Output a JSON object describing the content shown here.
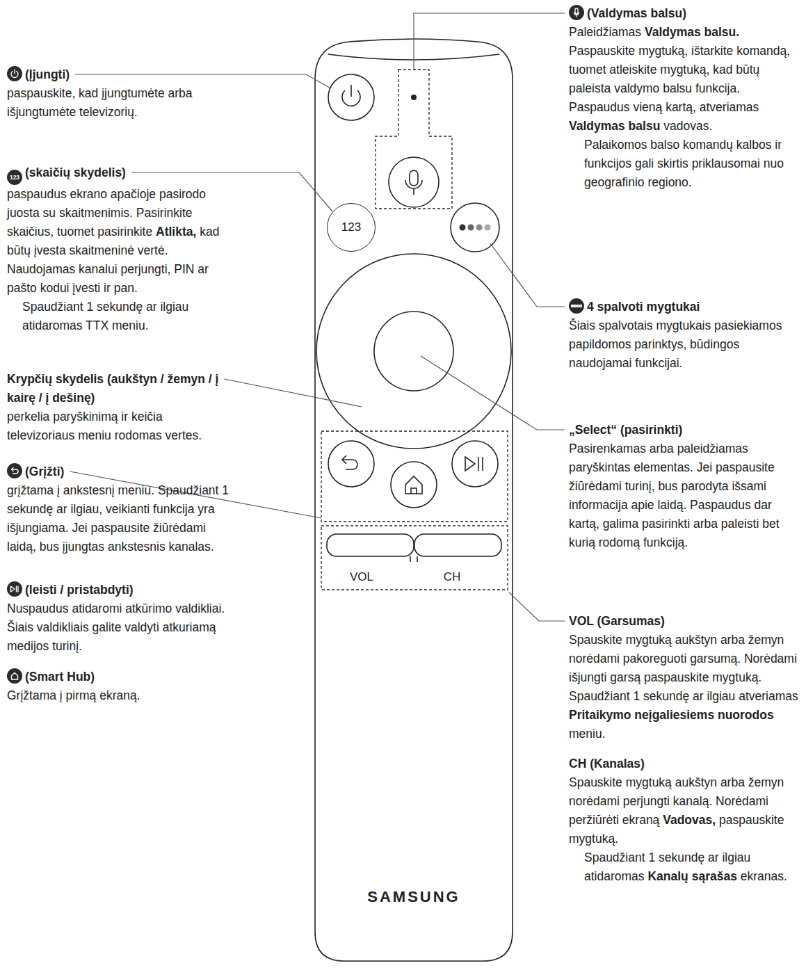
{
  "diagram": {
    "nodes": [
      {
        "text": [
          "123"
        ]
      }
    ],
    "labels": [
      "(Įjungti)",
      "paspauskite, kad įjungtumėte arba išjungtumėte televizorių.",
      "123",
      "(skaičių skydelis)",
      "paspaudus ekrano apačioje pasirodo juosta su skaitmenimis. Pasirinkite skaičius, tuomet pasirinkite",
      "Atlikta,",
      "kad būtų įvesta skaitmeninė vertė. Naudojamas kanalui perjungti, PIN ar pašto kodui įvesti ir pan.",
      "Spaudžiant 1 sekundę ar ilgiau atidaromas TTX meniu.",
      "Krypčių skydelis (aukštyn / žemyn / į kairę / į dešinę)",
      "perkelia paryškinimą ir keičia televizoriaus meniu rodomas vertes.",
      "(Grįžti)",
      "grįžtama į ankstesnį meniu. Spaudžiant 1 sekundę ar ilgiau, veikianti funkcija yra išjungiama. Jei paspausite žiūrėdami laidą, bus įjungtas ankstesnis kanalas.",
      "(leisti / pristabdyti)",
      "Nuspaudus atidaromi atkūrimo valdikliai. Šiais valdikliais galite valdyti atkuriamą medijos turinį.",
      "(Smart Hub)",
      "Grįžtama į pirmą ekraną.",
      "(Valdymas balsu)",
      "Paleidžiamas",
      "Valdymas balsu.",
      "Paspauskite mygtuką, ištarkite komandą, tuomet atleiskite mygtuką, kad būtų paleista valdymo balsu funkcija. Paspaudus vieną kartą, atveriamas",
      "Valdymas balsu",
      "vadovas.",
      "Palaikomos balso komandų kalbos ir funkcijos gali skirtis priklausomai nuo geografinio regiono.",
      "4 spalvoti mygtukai",
      "Šiais spalvotais mygtukais pasiekiamos papildomos parinktys, būdingos naudojamai funkcijai.",
      "„Select“ (pasirinkti)",
      "Pasirenkamas arba paleidžiamas paryškintas elementas. Jei paspausite žiūrėdami turinį, bus parodyta išsami informacija apie laidą. Paspaudus dar kartą, galima pasirinkti arba paleisti bet kurią rodomą funkciją.",
      "VOL (Garsumas)",
      "Spauskite mygtuką aukštyn arba žemyn norėdami pakoreguoti garsumą. Norėdami išjungti garsą paspauskite mygtuką. Spaudžiant 1 sekundę ar ilgiau atveriamas",
      "Pritaikymo neįgaliesiems nuorodos",
      "meniu.",
      "CH (Kanalas)",
      "Spauskite mygtuką aukštyn arba žemyn norėdami perjungti kanalą. Norėdami peržiūrėti ekraną",
      "Vadovas,",
      "paspauskite mygtuką.",
      "Spaudžiant 1 sekundę ar ilgiau atidaromas",
      "Kanalų sąrašas",
      "ekranas.",
      "VOL",
      "CH",
      "SAMSUNG"
    ]
  }
}
